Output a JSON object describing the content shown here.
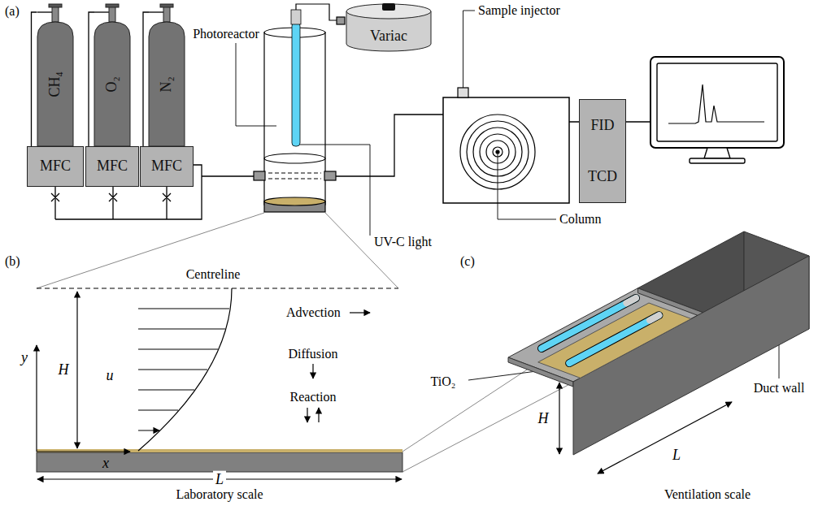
{
  "diagram": {
    "nodes": [
      {
        "text": [
          "CH₄"
        ]
      },
      {
        "text": [
          "O₂"
        ]
      },
      {
        "text": [
          "N₂"
        ]
      },
      {
        "text": [
          "MFC"
        ]
      },
      {
        "text": [
          "MFC"
        ]
      },
      {
        "text": [
          "MFC"
        ]
      },
      {
        "text": [
          "Variac"
        ]
      },
      {
        "text": [
          "FID",
          "TCD"
        ]
      }
    ],
    "edges": [
      {
        "from": 0,
        "to": 3,
        "arrow": "none"
      },
      {
        "from": 1,
        "to": 4,
        "arrow": "none"
      },
      {
        "from": 2,
        "to": 5,
        "arrow": "none"
      }
    ],
    "labels": [
      "(a)",
      "Photoreactor",
      "Sample injector",
      "Column",
      "UV-C light",
      "(b)",
      "Centreline",
      "H",
      "u",
      "y",
      "Advection",
      "Diffusion",
      "Reaction",
      "x",
      "L",
      "Laboratory scale",
      "(c)",
      "TiO₂",
      "H",
      "L",
      "Duct wall",
      "Ventilation scale"
    ]
  }
}
